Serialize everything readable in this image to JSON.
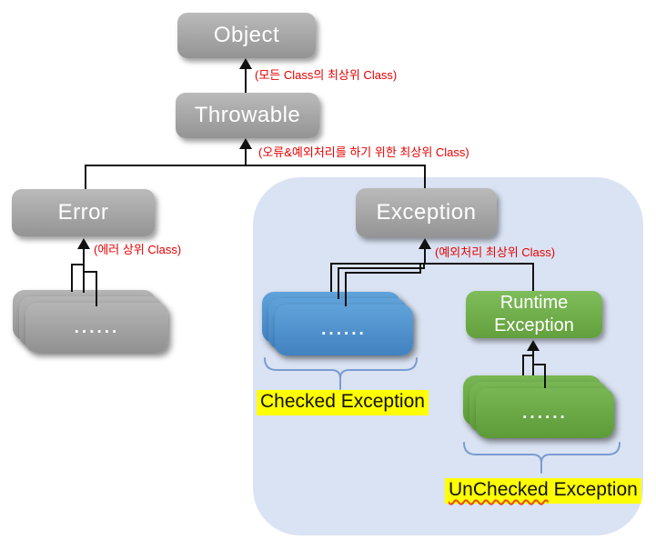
{
  "nodes": {
    "object": "Object",
    "throwable": "Throwable",
    "error": "Error",
    "exception": "Exception",
    "runtime_line1": "Runtime",
    "runtime_line2": "Exception"
  },
  "annotations": {
    "object": "(모든 Class의 최상위 Class)",
    "throwable": "(오류&예외처리를 하기 위한 최상위 Class)",
    "error": "(에러 상위 Class)",
    "exception": "(예외처리 최상위 Class)"
  },
  "stacks": {
    "dots": "......"
  },
  "labels": {
    "checked": "Checked Exception",
    "unchecked_word1": "UnChecked",
    "unchecked_word2": "Exception"
  },
  "colors": {
    "node_gray": "#a2a2a2",
    "node_blue": "#5b9bd5",
    "node_green": "#70ad47",
    "panel_blue": "#dae3f3",
    "highlight_yellow": "#ffff00",
    "annotation_red": "#e60000",
    "brace_blue": "#7b9bd2",
    "line_black": "#111111"
  }
}
